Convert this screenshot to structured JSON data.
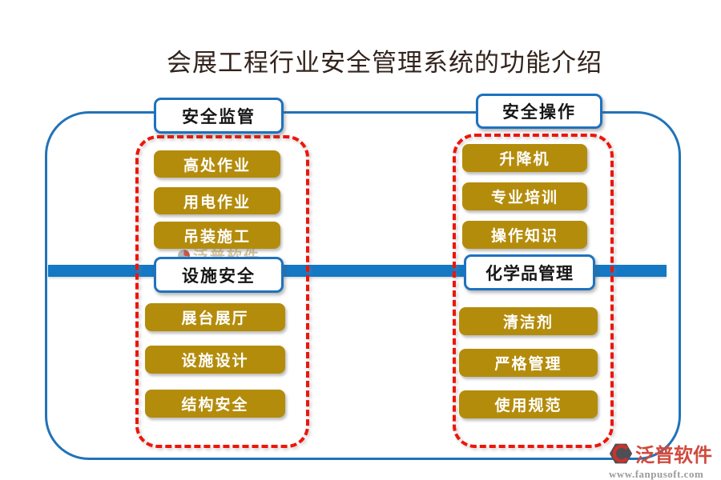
{
  "title": "会展工程行业安全管理系统的功能介绍",
  "groups": [
    {
      "label": "安全监管",
      "items": [
        "高处作业",
        "用电作业",
        "吊装施工"
      ]
    },
    {
      "label": "安全操作",
      "items": [
        "升降机",
        "专业培训",
        "操作知识"
      ]
    },
    {
      "label": "设施安全",
      "items": [
        "展台展厅",
        "设施设计",
        "结构安全"
      ]
    },
    {
      "label": "化学品管理",
      "items": [
        "清洁剂",
        "严格管理",
        "使用规范"
      ]
    }
  ],
  "watermark": {
    "text": "泛普软件"
  },
  "footer_logo": {
    "name": "泛普软件",
    "website": "www.fanpusoft.com"
  },
  "colors": {
    "accent_blue": "#1478C4",
    "frame_blue": "#2173B8",
    "label_border_blue": "#1E72C0",
    "node_gold": "#B48C0C",
    "dashed_red": "#EE1509",
    "title_color": "#33231D",
    "logo_red": "#D04A3E",
    "url_gray": "#9B9B9B",
    "watermark_tan": "#CDB98F"
  }
}
